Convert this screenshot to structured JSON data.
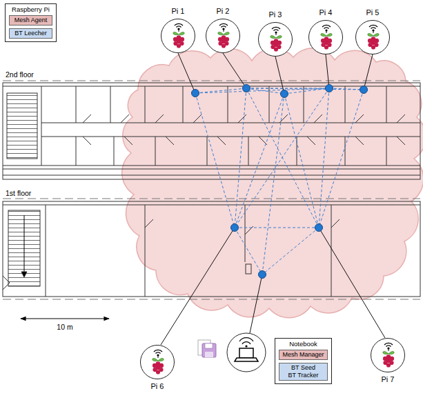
{
  "diagram": {
    "nodes": [
      {
        "text": [
          "Raspberry Pi"
        ]
      },
      {
        "text": [
          "Mesh Agent"
        ],
        "in": 0
      },
      {
        "text": [
          "BT Leecher"
        ],
        "in": 0
      },
      {
        "text": [
          "Pi 1"
        ]
      },
      {
        "text": [
          "Pi 2"
        ]
      },
      {
        "text": [
          "Pi 3"
        ]
      },
      {
        "text": [
          "Pi 4"
        ]
      },
      {
        "text": [
          "Pi 5"
        ]
      },
      {
        "text": [
          "Pi 6"
        ]
      },
      {
        "text": [
          "Notebook"
        ]
      },
      {
        "text": [
          "Mesh Manager"
        ],
        "in": 9
      },
      {
        "text": [
          "BT Seed",
          "BT Tracker"
        ],
        "in": 9
      },
      {
        "text": [
          "Pi 7"
        ]
      }
    ],
    "labels": [
      "2nd floor",
      "1st floor",
      "10 m"
    ]
  }
}
